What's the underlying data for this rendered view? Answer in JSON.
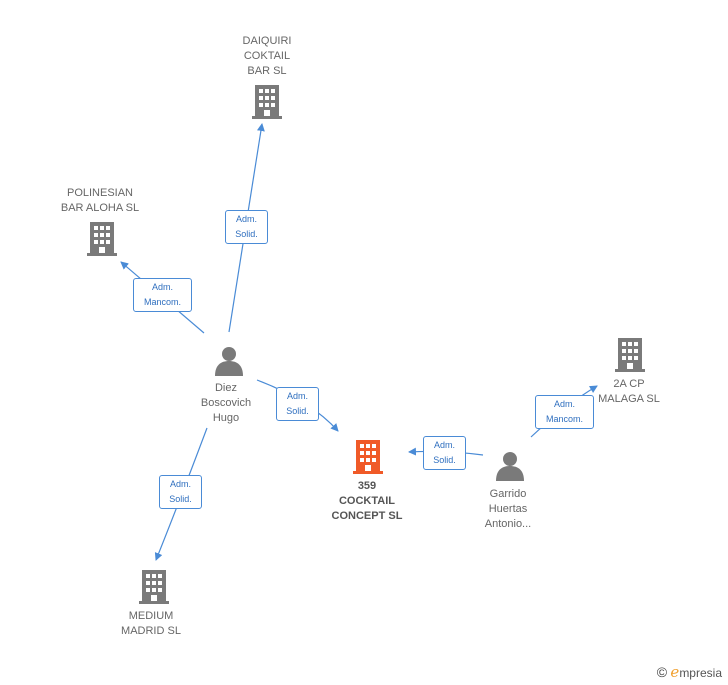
{
  "nodes": {
    "daiquiri": {
      "label": "DAIQUIRI\nCOKTAIL\nBAR SL",
      "kind": "company"
    },
    "polinesian": {
      "label": "POLINESIAN\nBAR ALOHA SL",
      "kind": "company"
    },
    "diez": {
      "label": "Diez\nBoscovich\nHugo",
      "kind": "person"
    },
    "main": {
      "label": "359\nCOCKTAIL\nCONCEPT  SL",
      "kind": "company-main"
    },
    "twoacp": {
      "label": "2A CP\nMALAGA SL",
      "kind": "company"
    },
    "garrido": {
      "label": "Garrido\nHuertas\nAntonio...",
      "kind": "person"
    },
    "medium": {
      "label": "MEDIUM\nMADRID  SL",
      "kind": "company"
    }
  },
  "edges": {
    "diez_daiquiri": "Adm.\nSolid.",
    "diez_polinesian": "Adm.\nMancom.",
    "diez_main": "Adm.\nSolid.",
    "diez_medium": "Adm.\nSolid.",
    "garrido_main": "Adm.\nSolid.",
    "garrido_twoacp": "Adm.\nMancom."
  },
  "colors": {
    "edge": "#4a8bd6",
    "company_icon": "#7a7a7a",
    "main_icon": "#f05a28",
    "person_icon": "#7a7a7a"
  },
  "footer": {
    "copyright": "©",
    "brand_first": "e",
    "brand_rest": "mpresia"
  }
}
